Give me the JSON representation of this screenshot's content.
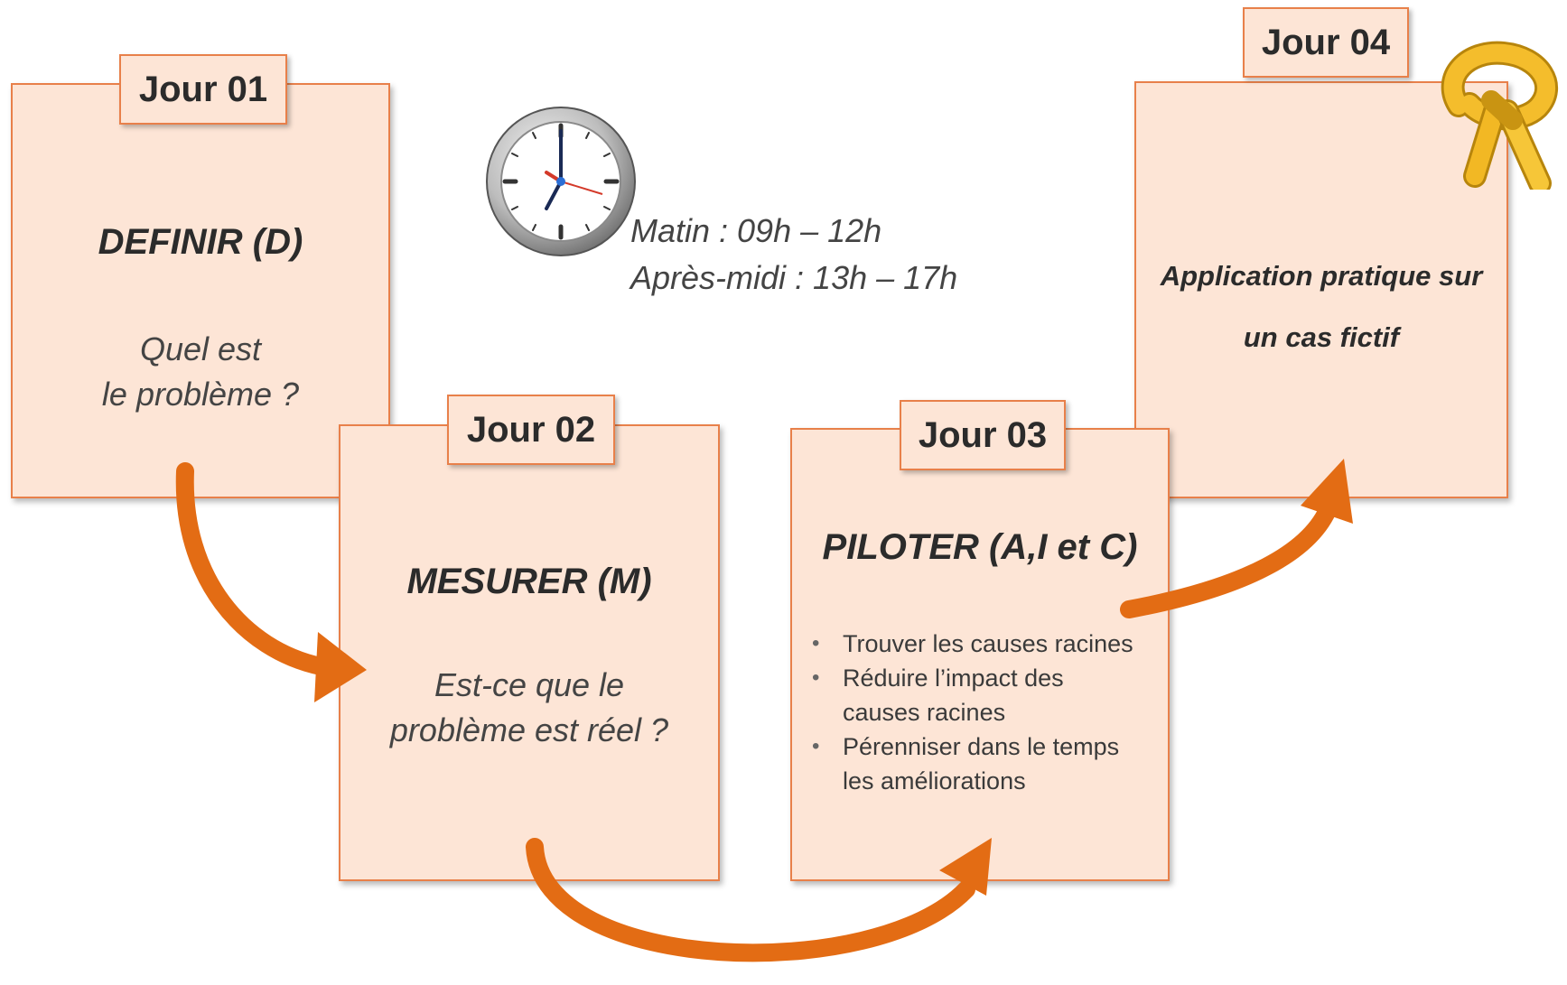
{
  "days": [
    {
      "tab": "Jour 01",
      "title": "DEFINIR (D)",
      "question_lines": [
        "Quel est",
        "le problème ?"
      ]
    },
    {
      "tab": "Jour 02",
      "title": "MESURER (M)",
      "question_lines": [
        "Est-ce que le",
        "problème est réel ?"
      ]
    },
    {
      "tab": "Jour 03",
      "title": "PILOTER (A,I et C)",
      "bullets": [
        [
          "Trouver les causes racines"
        ],
        [
          "Réduire l’impact des",
          "causes racines"
        ],
        [
          "Pérenniser dans le temps",
          "les améliorations"
        ]
      ]
    },
    {
      "tab": "Jour 04",
      "title_lines": [
        "Application pratique sur",
        "un cas fictif"
      ]
    }
  ],
  "schedule": {
    "morning": "Matin : 09h – 12h",
    "afternoon": "Après-midi : 13h – 17h"
  },
  "colors": {
    "card_fill": "#fde5d6",
    "card_border": "#e8804a",
    "arrow": "#e36c14",
    "belt": "#f2b824"
  },
  "icons": [
    "clock-icon",
    "belt-icon",
    "curved-arrow-icon"
  ]
}
